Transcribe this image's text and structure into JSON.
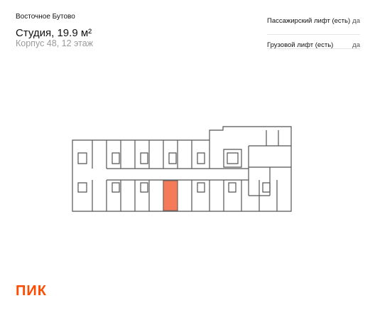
{
  "header": {
    "project": "Восточное Бутово",
    "title": "Студия, 19.9 м²",
    "subtitle": "Корпус 48, 12 этаж"
  },
  "features": [
    {
      "label": "Пассажирский лифт (есть)",
      "value": "да"
    },
    {
      "label": "Грузовой лифт (есть)",
      "value": "да"
    }
  ],
  "floor_plan": {
    "highlight_color": "#f47a5a",
    "wall_color": "#555555"
  },
  "brand": {
    "logo": "ПИК",
    "color": "#ff4b00"
  }
}
